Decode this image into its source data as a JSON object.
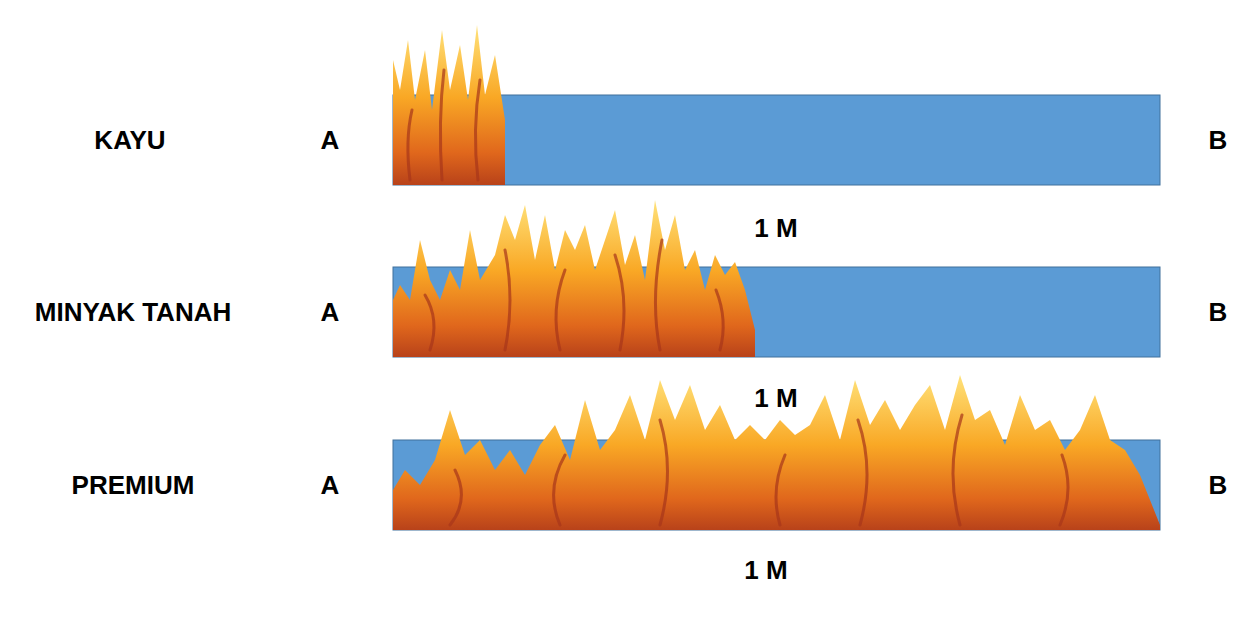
{
  "diagram": {
    "labels": [
      "KAYU",
      "A",
      "B",
      "1 M",
      "MINYAK TANAH",
      "A",
      "B",
      "1 M",
      "PREMIUM",
      "A",
      "B",
      "1 M"
    ]
  }
}
